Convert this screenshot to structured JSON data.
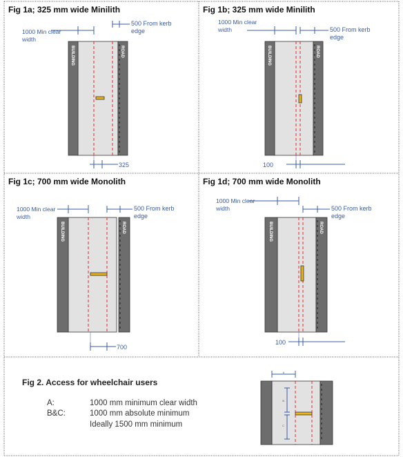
{
  "colors": {
    "border": "#555555",
    "wall": "#6d6d6e",
    "pavement": "#e2e2e3",
    "dashed_line": "#e5252a",
    "unit": "#e8b21a",
    "dimension": "#3a5ba6"
  },
  "figures": [
    {
      "title": "Fig 1a; 325 mm wide Minilith",
      "clear_label": "1000 Min clear width",
      "kerb_label": "500 From kerb edge",
      "building_label": "BUILDING",
      "road_label": "ROAD",
      "bottom_label": "325",
      "unit_orientation": "horizontal"
    },
    {
      "title": "Fig 1b; 325 mm wide Minilith",
      "clear_label": "1000 Min clear width",
      "kerb_label": "500 From kerb edge",
      "building_label": "BUILDING",
      "road_label": "ROAD",
      "bottom_label": "100",
      "unit_orientation": "vertical"
    },
    {
      "title": "Fig 1c; 700 mm wide Monolith",
      "clear_label": "1000 Min clear width",
      "kerb_label": "500 From kerb edge",
      "building_label": "BUILDING",
      "road_label": "ROAD",
      "bottom_label": "700",
      "unit_orientation": "horizontal"
    },
    {
      "title": "Fig 1d; 700 mm wide Monolith",
      "clear_label": "1000 Min clear width",
      "kerb_label": "500 From kerb edge",
      "building_label": "BUILDING",
      "road_label": "ROAD",
      "bottom_label": "100",
      "unit_orientation": "vertical"
    }
  ],
  "fig2": {
    "title": "Fig 2. Access for wheelchair users",
    "rows": [
      {
        "key": "A:",
        "value": "1000 mm minimum clear width"
      },
      {
        "key": "B&C:",
        "value": "1000 mm absolute minimum"
      },
      {
        "key": "",
        "value": "Ideally 1500 mm minimum"
      }
    ],
    "diagram_labels": {
      "a": "A",
      "b": "B",
      "c": "C"
    }
  }
}
